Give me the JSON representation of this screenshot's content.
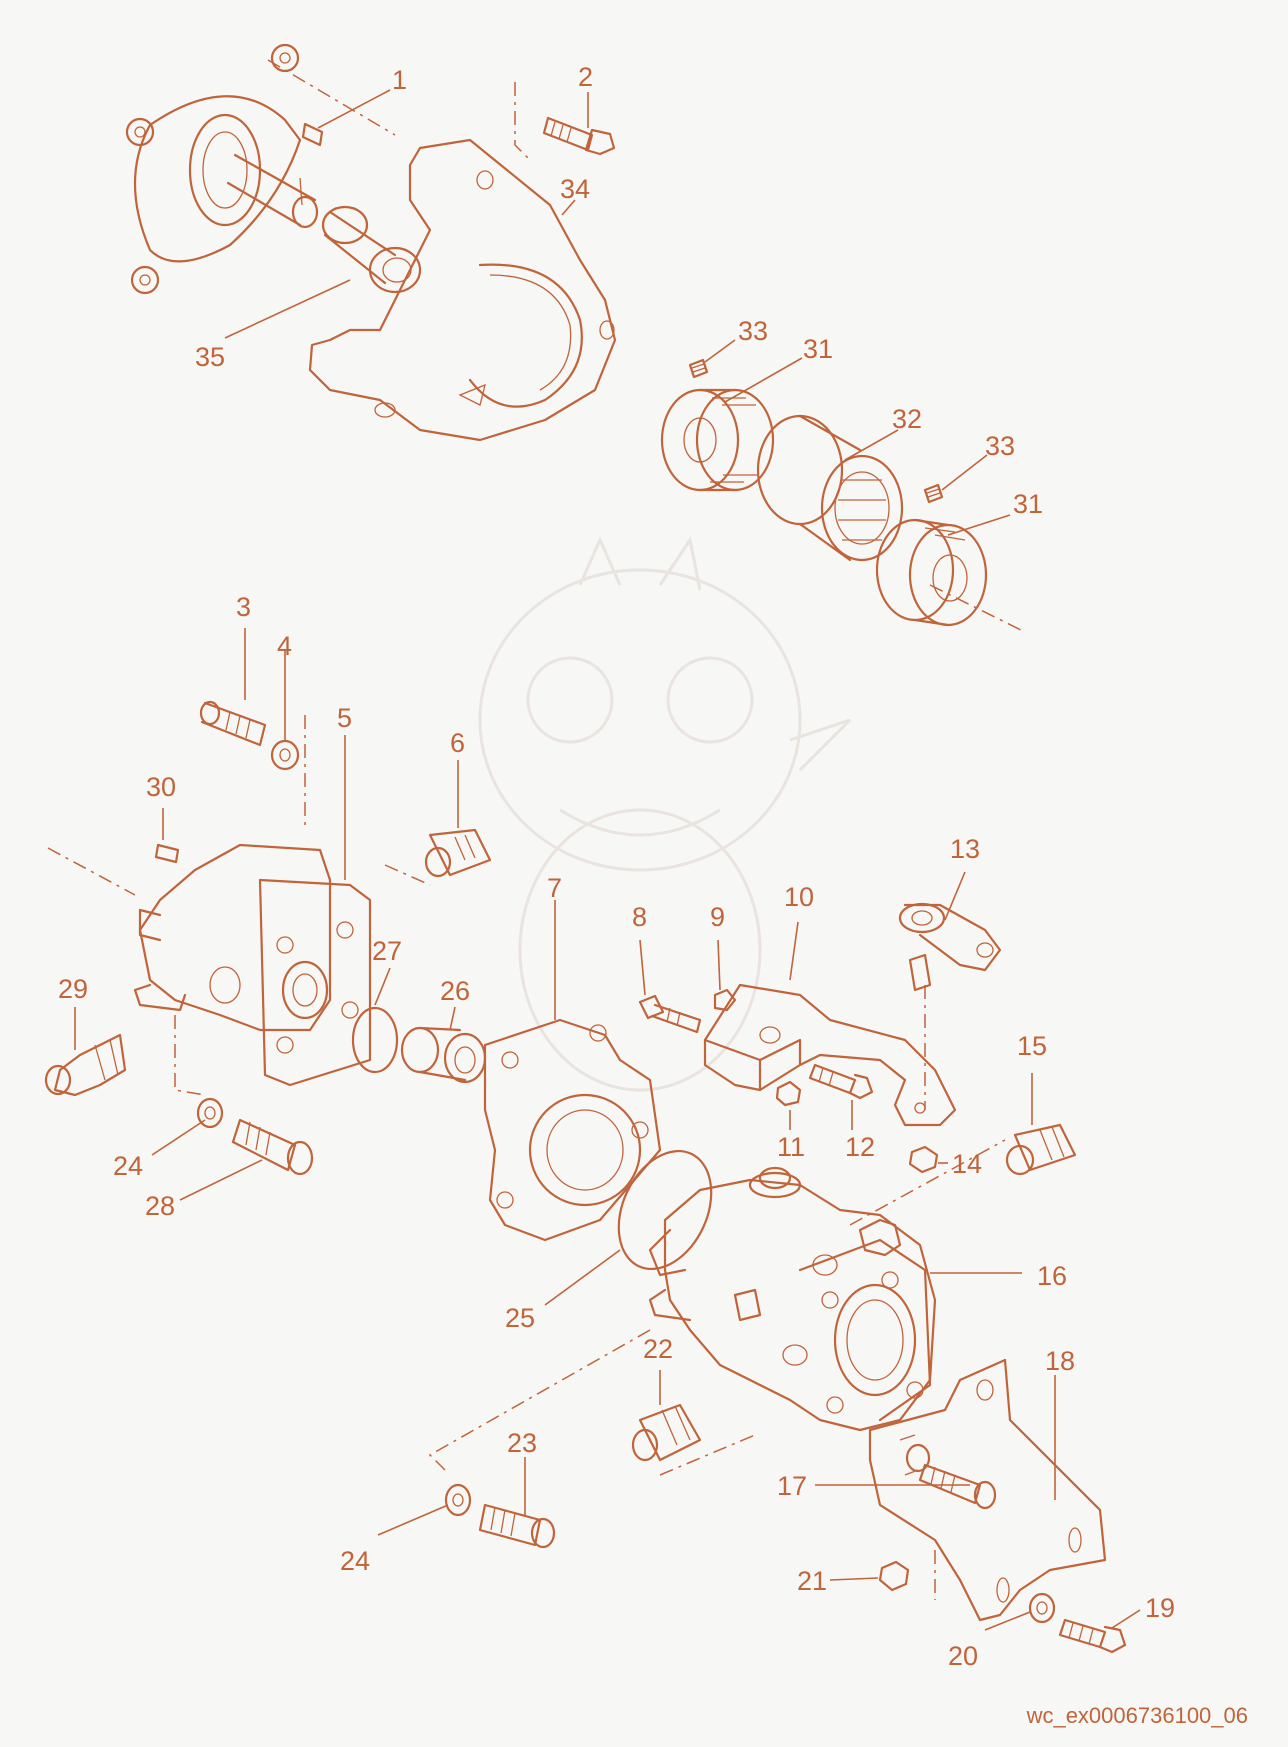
{
  "colors": {
    "ink": "#c0643a",
    "background": "#f7f7f6",
    "watermark": "#e9e4df"
  },
  "callouts": [
    {
      "id": "1",
      "label": "1"
    },
    {
      "id": "2",
      "label": "2"
    },
    {
      "id": "34",
      "label": "34"
    },
    {
      "id": "35",
      "label": "35"
    },
    {
      "id": "33a",
      "label": "33"
    },
    {
      "id": "31a",
      "label": "31"
    },
    {
      "id": "32",
      "label": "32"
    },
    {
      "id": "33b",
      "label": "33"
    },
    {
      "id": "31b",
      "label": "31"
    },
    {
      "id": "3",
      "label": "3"
    },
    {
      "id": "4",
      "label": "4"
    },
    {
      "id": "5",
      "label": "5"
    },
    {
      "id": "6",
      "label": "6"
    },
    {
      "id": "30",
      "label": "30"
    },
    {
      "id": "27",
      "label": "27"
    },
    {
      "id": "26",
      "label": "26"
    },
    {
      "id": "29",
      "label": "29"
    },
    {
      "id": "24a",
      "label": "24"
    },
    {
      "id": "28",
      "label": "28"
    },
    {
      "id": "7",
      "label": "7"
    },
    {
      "id": "8",
      "label": "8"
    },
    {
      "id": "9",
      "label": "9"
    },
    {
      "id": "10",
      "label": "10"
    },
    {
      "id": "13",
      "label": "13"
    },
    {
      "id": "11",
      "label": "11"
    },
    {
      "id": "12",
      "label": "12"
    },
    {
      "id": "14",
      "label": "14"
    },
    {
      "id": "15",
      "label": "15"
    },
    {
      "id": "16",
      "label": "16"
    },
    {
      "id": "25",
      "label": "25"
    },
    {
      "id": "22",
      "label": "22"
    },
    {
      "id": "18",
      "label": "18"
    },
    {
      "id": "23",
      "label": "23"
    },
    {
      "id": "17",
      "label": "17"
    },
    {
      "id": "24b",
      "label": "24"
    },
    {
      "id": "21",
      "label": "21"
    },
    {
      "id": "19",
      "label": "19"
    },
    {
      "id": "20",
      "label": "20"
    }
  ],
  "reference": "wc_ex0006736100_06"
}
